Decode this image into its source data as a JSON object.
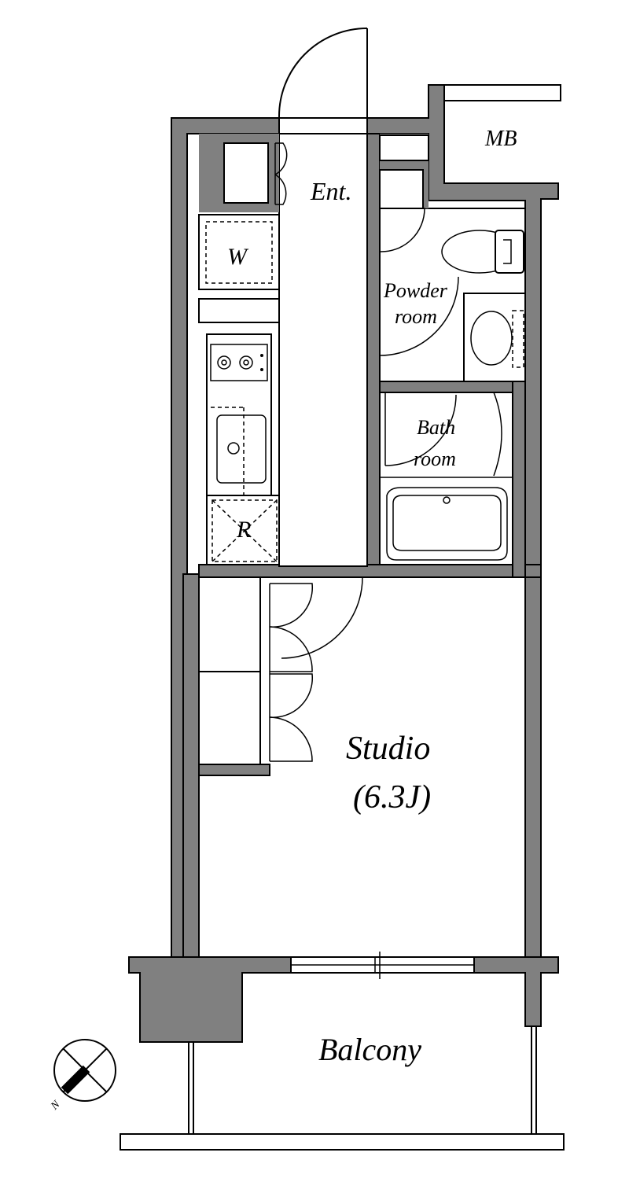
{
  "labels": {
    "entrance": "Ent.",
    "meter_box": "MB",
    "washer": "W",
    "powder_room_line1": "Powder",
    "powder_room_line2": "room",
    "bath_room_line1": "Bath",
    "bath_room_line2": "room",
    "refrigerator": "R",
    "studio": "Studio",
    "studio_size": "(6.3J)",
    "balcony": "Balcony",
    "north": "N"
  },
  "colors": {
    "wall": "#808080",
    "line": "#000000",
    "background": "#ffffff"
  },
  "icons": {
    "compass": "compass-north-icon",
    "stove": "two-burner-stove-icon",
    "sink": "sink-icon",
    "toilet": "toilet-icon",
    "washbasin": "washbasin-icon",
    "bathtub": "bathtub-icon"
  }
}
